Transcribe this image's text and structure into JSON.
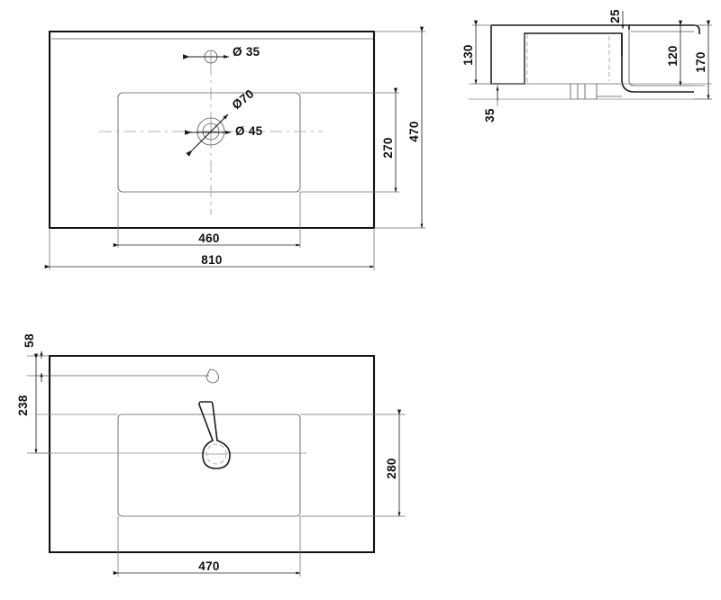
{
  "document": {
    "type": "engineering-drawing",
    "subject": "washbasin-vanity-top",
    "units": "mm",
    "background_color": "#ffffff",
    "line_color": "#1a1a1a",
    "thin_line_color": "#808080"
  },
  "views": {
    "top": {
      "name": "top-view",
      "dimensions": {
        "overall_width": "810",
        "overall_depth": "470",
        "basin_width": "460",
        "basin_depth": "270"
      },
      "callouts": {
        "tap_hole": "Ø 35",
        "waste_outer": "Ø70",
        "waste_inner": "Ø 45"
      }
    },
    "section": {
      "name": "section-view",
      "dimensions": {
        "front_height": "130",
        "rim_thickness": "25",
        "back_height": "120",
        "total_height": "170",
        "base_offset": "35"
      }
    },
    "bottom": {
      "name": "bottom-view",
      "dimensions": {
        "top_offset": "58",
        "overflow_offset": "238",
        "recess_depth": "280",
        "recess_width": "470"
      }
    }
  },
  "labels": {
    "d35": "Ø 35",
    "d70": "Ø70",
    "d45": "Ø 45",
    "v810": "810",
    "v470_top": "470",
    "v460": "460",
    "v270": "270",
    "v130": "130",
    "v25": "25",
    "v120": "120",
    "v170": "170",
    "v35": "35",
    "v58": "58",
    "v238": "238",
    "v280": "280",
    "v470_bottom": "470"
  }
}
